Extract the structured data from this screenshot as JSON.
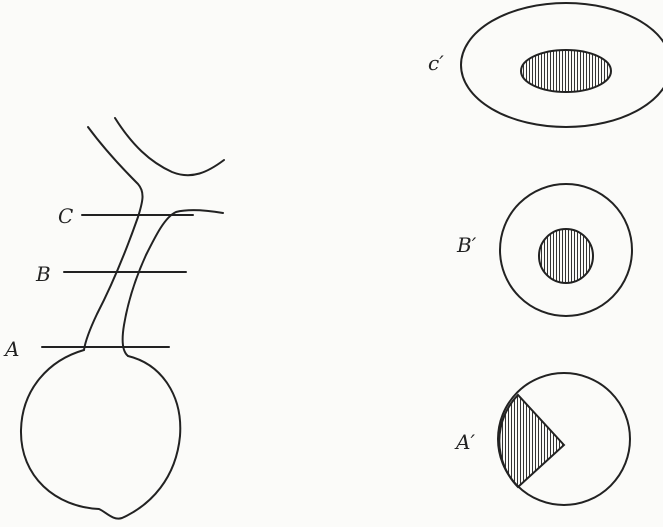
{
  "figure": {
    "labels": {
      "left_c": "C",
      "left_b": "B",
      "left_a": "A",
      "right_c": "c′",
      "right_b": "B′",
      "right_a": "A′"
    }
  }
}
